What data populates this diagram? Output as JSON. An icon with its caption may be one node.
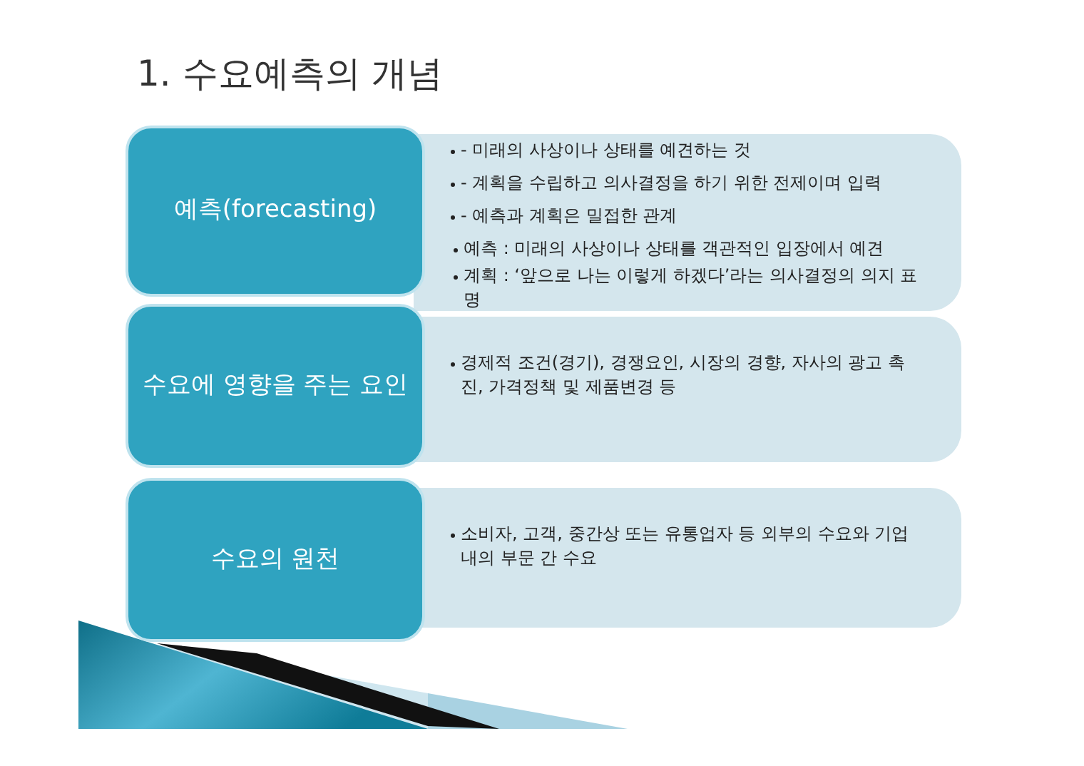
{
  "diagram": {
    "title": "1. 수요예측의 개념",
    "nodes": [
      {
        "text": [
          "예측(forecasting)"
        ]
      },
      {
        "text": [
          "- 미래의 사상이나 상태를 예견하는 것",
          "- 계획을 수립하고 의사결정을 하기 위한 전제이며 입력",
          "- 예측과 계획은 밀접한 관계",
          "예측 : 미래의 사상이나 상태를 객관적인 입장에서 예견",
          "계획 : ‘앞으로 나는 이렇게 하겠다’라는 의사결정의 의지 표명"
        ]
      },
      {
        "text": [
          "수요에 영향을 주는 요인"
        ]
      },
      {
        "text": [
          "경제적 조건(경기), 경쟁요인, 시장의 경향, 자사의 광고 촉진, 가격정책 및 제품변경 등"
        ]
      },
      {
        "text": [
          "수요의 원천"
        ]
      },
      {
        "text": [
          "소비자, 고객, 중간상 또는 유통업자 등 외부의 수요와 기업 내의 부문 간 수요"
        ]
      }
    ]
  }
}
